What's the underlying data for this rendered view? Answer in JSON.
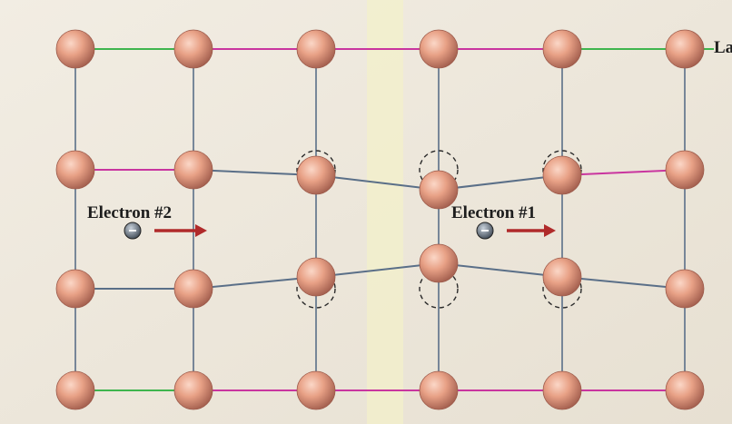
{
  "figure": {
    "label_right": "La",
    "electrons": [
      {
        "label": "Electron #2",
        "symbol": "−"
      },
      {
        "label": "Electron #1",
        "symbol": "−"
      }
    ],
    "colors": {
      "ion_fill": "#e8a186",
      "ion_dark": "#9c5a4a",
      "bond_vertical": "#5a6f88",
      "bond_green": "#3fb54e",
      "bond_magenta": "#c9359f",
      "arrow": "#b02a2a",
      "electron": "#5d6a78",
      "ghost": "#2a2a2a",
      "background": "#efeae0"
    },
    "lattice": {
      "rows": 4,
      "columns": 6
    }
  }
}
